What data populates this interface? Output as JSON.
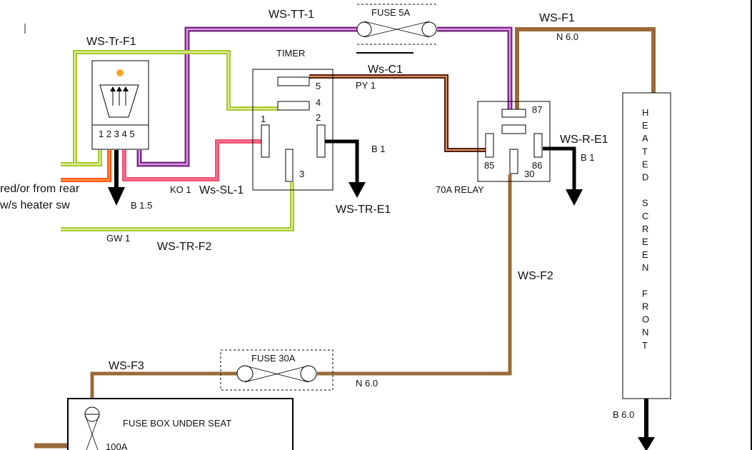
{
  "diagram": {
    "title": "Heated windscreen wiring",
    "colors": {
      "purple_wire": "#7b2d8b",
      "purple_stripe": "#e8a0e8",
      "green_wire": "#a6c92a",
      "green_stripe": "#f3f7c6",
      "brown_wire": "#9a6a3a",
      "pink_wire": "#ef5566",
      "orange_wire": "#ff5a12",
      "py_outer": "#5a1a12",
      "py_stripe": "#f6c27a",
      "ground": "#000000",
      "switch_lamp": "#f5a623"
    },
    "wire_labels": {
      "ws_tt_1": "WS-TT-1",
      "ws_tr_f1": "WS-Tr-F1",
      "ws_c1": "Ws-C1",
      "py1": "PY 1",
      "ws_f1": "WS-F1",
      "n60_top": "N 6.0",
      "ws_r_e1": "WS-R-E1",
      "b1_relay": "B 1",
      "b1_timer": "B 1",
      "ws_tr_e1": "WS-TR-E1",
      "ko1": "KO 1",
      "ws_sl_1": "Ws-SL-1",
      "b15": "B 1.5",
      "gw1": "GW 1",
      "ws_tr_f2": "WS-TR-F2",
      "ws_f2": "WS-F2",
      "ws_f3": "WS-F3",
      "n60_bottom": "N 6.0",
      "b60": "B 6.0",
      "source_note_line1": "red/or from rear",
      "source_note_line2": "w/s heater sw"
    },
    "components": {
      "fuse_5a": "FUSE  5A",
      "fuse_30a": "FUSE 30A",
      "timer": {
        "label": "TIMER",
        "pins": [
          "1",
          "2",
          "3",
          "4",
          "5"
        ]
      },
      "relay": {
        "label": "70A RELAY",
        "pins": [
          "87",
          "85",
          "86",
          "30"
        ]
      },
      "switch": {
        "pins": "1 2 3 4 5"
      },
      "heated_screen": [
        "H",
        "E",
        "A",
        "T",
        "E",
        "D",
        "",
        "S",
        "C",
        "R",
        "E",
        "E",
        "N",
        "",
        "F",
        "R",
        "O",
        "N",
        "T"
      ],
      "fuse_box": {
        "label": "FUSE BOX UNDER SEAT",
        "fuse_rating": "100A"
      }
    }
  }
}
